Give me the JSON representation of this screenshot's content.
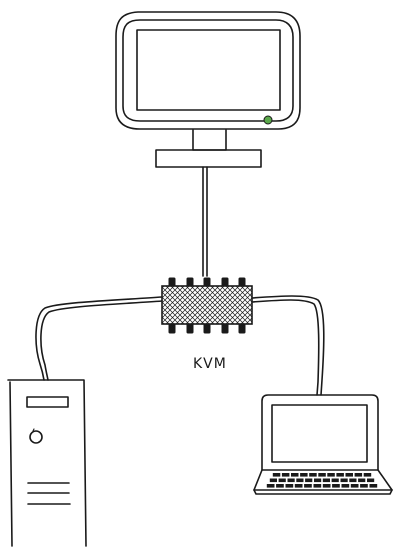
{
  "diagram": {
    "kvm_label": "KVM",
    "colors": {
      "stroke": "#1a1a1a",
      "power_led": "#5aa84a",
      "background": "#ffffff"
    },
    "nodes": [
      {
        "id": "monitor",
        "icon": "monitor-icon"
      },
      {
        "id": "kvm-switch",
        "icon": "kvm-switch-icon"
      },
      {
        "id": "desktop-tower",
        "icon": "desktop-tower-icon"
      },
      {
        "id": "laptop",
        "icon": "laptop-icon"
      }
    ],
    "edges": [
      {
        "from": "monitor",
        "to": "kvm-switch"
      },
      {
        "from": "kvm-switch",
        "to": "desktop-tower"
      },
      {
        "from": "kvm-switch",
        "to": "laptop"
      }
    ]
  }
}
